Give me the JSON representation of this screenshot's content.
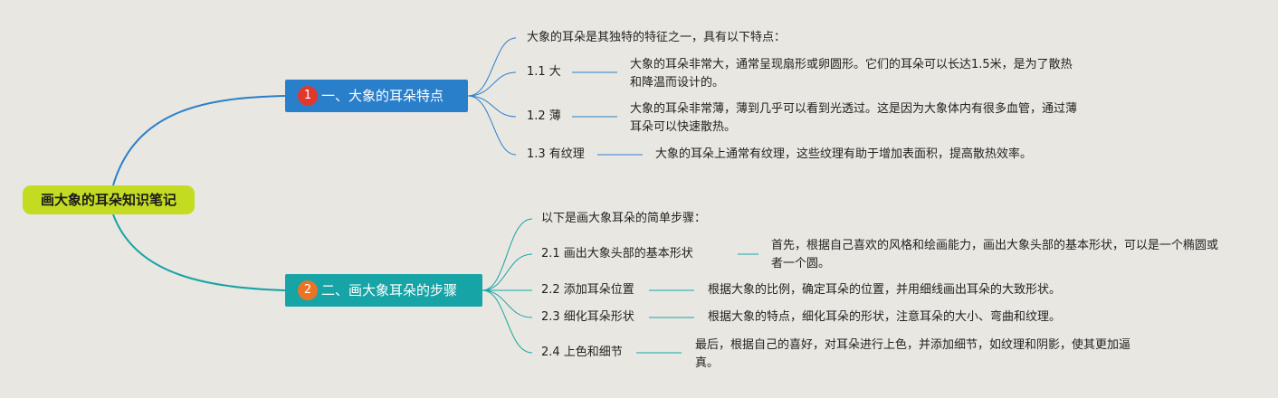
{
  "root": {
    "label": "画大象的耳朵知识笔记"
  },
  "colors": {
    "root": "#c3dc22",
    "branch1": "#2a7fcb",
    "branch2": "#17a4a6",
    "badge1": "#e2372c",
    "badge2": "#ea7325"
  },
  "branches": [
    {
      "num": "1",
      "label": "一、大象的耳朵特点",
      "intro": "大象的耳朵是其独特的特征之一，具有以下特点：",
      "items": [
        {
          "label": "1.1 大",
          "detail": "大象的耳朵非常大，通常呈现扇形或卵圆形。它们的耳朵可以长达1.5米，是为了散热和降温而设计的。"
        },
        {
          "label": "1.2 薄",
          "detail": "大象的耳朵非常薄，薄到几乎可以看到光透过。这是因为大象体内有很多血管，通过薄耳朵可以快速散热。"
        },
        {
          "label": "1.3 有纹理",
          "detail": "大象的耳朵上通常有纹理，这些纹理有助于增加表面积，提高散热效率。"
        }
      ]
    },
    {
      "num": "2",
      "label": "二、画大象耳朵的步骤",
      "intro": "以下是画大象耳朵的简单步骤：",
      "items": [
        {
          "label": "2.1 画出大象头部的基本形状",
          "detail": "首先，根据自己喜欢的风格和绘画能力，画出大象头部的基本形状，可以是一个椭圆或者一个圆。"
        },
        {
          "label": "2.2 添加耳朵位置",
          "detail": "根据大象的比例，确定耳朵的位置，并用细线画出耳朵的大致形状。"
        },
        {
          "label": "2.3 细化耳朵形状",
          "detail": "根据大象的特点，细化耳朵的形状，注意耳朵的大小、弯曲和纹理。"
        },
        {
          "label": "2.4 上色和细节",
          "detail": "最后，根据自己的喜好，对耳朵进行上色，并添加细节，如纹理和阴影，使其更加逼真。"
        }
      ]
    }
  ]
}
